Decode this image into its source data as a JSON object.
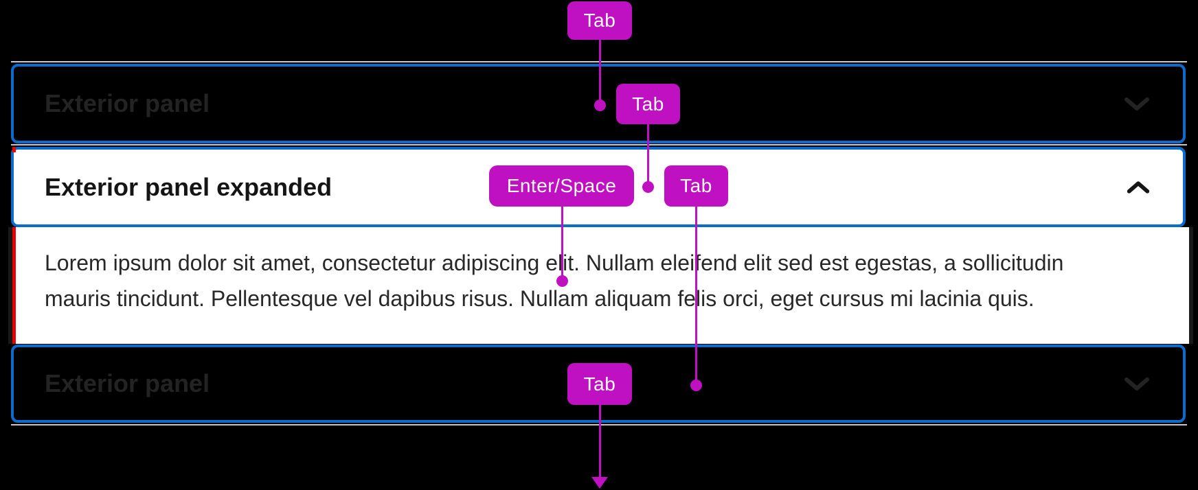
{
  "colors": {
    "background": "#000000",
    "focus_blue": "#0b6cce",
    "accent_red": "#e90000",
    "annotation_magenta": "#bf10c2",
    "divider": "#c9c9c9",
    "panel_white": "#ffffff",
    "collapsed_text": "#232323",
    "expanded_text": "#151515",
    "body_text": "#282828",
    "badge_text": "#ffffff"
  },
  "accordion": {
    "panels": [
      {
        "label": "Exterior panel",
        "state": "collapsed",
        "icon": "chevron-down"
      },
      {
        "label": "Exterior panel expanded",
        "state": "expanded",
        "icon": "chevron-up",
        "content_lines": [
          "Lorem ipsum dolor sit amet, consectetur adipiscing elit. Nullam eleifend elit sed est egestas, a sollicitudin",
          "mauris tincidunt. Pellentesque vel dapibus risus. Nullam aliquam felis orci, eget cursus mi lacinia quis."
        ]
      },
      {
        "label": "Exterior panel",
        "state": "collapsed",
        "icon": "chevron-down"
      }
    ]
  },
  "annotations": {
    "keys": [
      {
        "id": "tab-1",
        "label": "Tab"
      },
      {
        "id": "tab-2",
        "label": "Tab"
      },
      {
        "id": "enter-space",
        "label": "Enter/Space"
      },
      {
        "id": "tab-3",
        "label": "Tab"
      },
      {
        "id": "tab-4",
        "label": "Tab"
      }
    ]
  }
}
